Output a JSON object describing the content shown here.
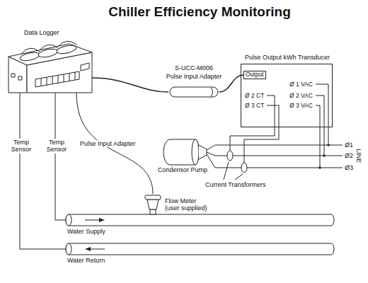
{
  "diagram": {
    "title": "Chiller Efficiency Monitoring",
    "nodes": [
      {
        "text": [
          "Data Logger"
        ]
      },
      {
        "text": [
          "S-UCC-M006",
          "Pulse Input Adapter"
        ]
      },
      {
        "text": [
          "Pulse Output kWh Transducer",
          "Ø 1 VAC",
          "Ø 2 CT",
          "Ø 2 VAC",
          "Ø 3 CT",
          "Ø 3 VAC"
        ]
      },
      {
        "text": [
          "Output"
        ],
        "in": 2
      },
      {
        "text": [
          "Condensor Pump"
        ]
      },
      {
        "text": [
          "Flow Meter (user supplied)"
        ]
      },
      {
        "text": [
          "Water Supply"
        ]
      },
      {
        "text": [
          "Water Return"
        ]
      }
    ],
    "edges": [
      {
        "from": 0,
        "to": 1,
        "arrow": "none"
      },
      {
        "from": 1,
        "to": 3,
        "arrow": "none"
      },
      {
        "from": 0,
        "to": 5,
        "label": "Pulse Input Adapter",
        "arrow": "none"
      },
      {
        "from": 0,
        "to": 6,
        "label": "Temp Sensor",
        "arrow": "none"
      },
      {
        "from": 0,
        "to": 7,
        "label": "Temp Sensor",
        "arrow": "none"
      }
    ],
    "labels": [
      "Current Transformers",
      "Ø1",
      "Ø2",
      "Ø3",
      "LINE"
    ]
  }
}
